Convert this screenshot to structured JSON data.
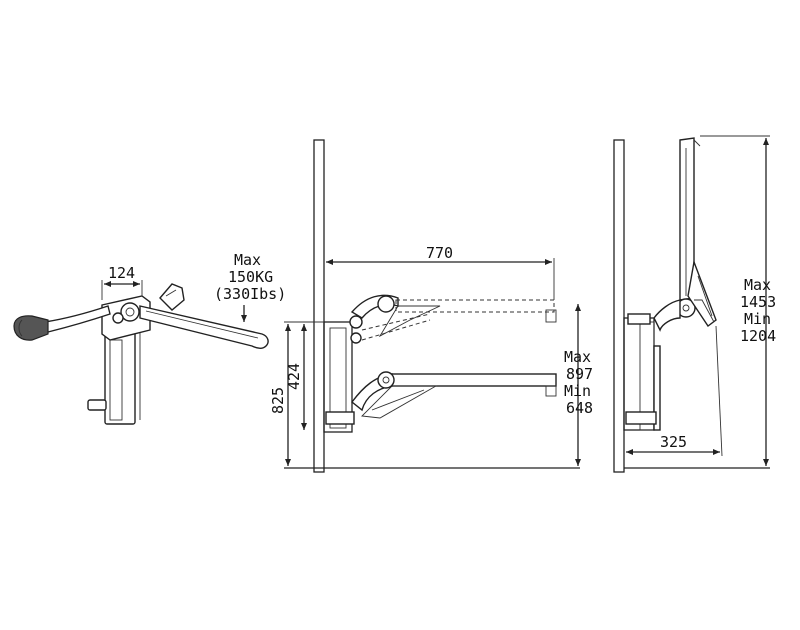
{
  "product": {
    "dim_width": "124",
    "load_max": "Max",
    "load_kg": "150KG",
    "load_lbs": "(330Ibs)"
  },
  "side_view": {
    "dim_length": "770",
    "dim_total_height": "825",
    "dim_plate_height": "424",
    "height_range": {
      "max_label": "Max",
      "max_value": "897",
      "min_label": "Min",
      "min_value": "648"
    }
  },
  "folded_view": {
    "dim_depth": "325",
    "height_range": {
      "max_label": "Max",
      "max_value": "1453",
      "min_label": "Min",
      "min_value": "1204"
    }
  }
}
